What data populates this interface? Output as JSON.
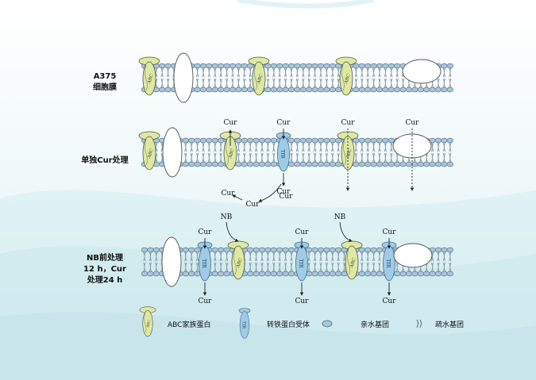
{
  "rows": [
    {
      "label_lines": [
        "A375",
        "细胞膜"
      ],
      "proteins": [
        {
          "kind": "abc",
          "letters": "ABC"
        },
        {
          "kind": "other"
        },
        {
          "kind": "abc",
          "letters": "ABC"
        },
        {
          "kind": "abc",
          "letters": "ABC"
        },
        {
          "kind": "other"
        }
      ]
    },
    {
      "label_lines": [
        "单独Cur处理"
      ],
      "proteins": [
        {
          "kind": "abc",
          "letters": "ABC"
        },
        {
          "kind": "other"
        },
        {
          "kind": "abc",
          "letters": "ABC",
          "cur_in": "Cur",
          "cur_out": "Cur",
          "cur_flow": "efflux"
        },
        {
          "kind": "tfr",
          "letters": "TfR",
          "cur_in": "Cur",
          "cur_out": "Cur",
          "cur_flow": "influx"
        },
        {
          "kind": "abc",
          "letters": "ABC",
          "cur_in": "Cur"
        },
        {
          "kind": "other",
          "cur_in": "Cur"
        }
      ],
      "free_text": [
        "Cur",
        "Cur",
        "Cur"
      ]
    },
    {
      "label_lines": [
        "NB前处理",
        "12 h，Cur",
        "处理24 h"
      ],
      "proteins": [
        {
          "kind": "other"
        },
        {
          "kind": "tfr",
          "letters": "TfR",
          "cur_in": "Cur",
          "cur_out": "Cur",
          "cur_flow": "influx"
        },
        {
          "kind": "abc",
          "letters": "ABC",
          "nb": "NB"
        },
        {
          "kind": "tfr",
          "letters": "TfR",
          "cur_in": "Cur",
          "cur_out": "Cur",
          "cur_flow": "influx"
        },
        {
          "kind": "abc",
          "letters": "ABC",
          "nb": "NB"
        },
        {
          "kind": "tfr",
          "letters": "TfR",
          "cur_in": "Cur",
          "cur_out": "Cur",
          "cur_flow": "influx"
        },
        {
          "kind": "other"
        }
      ]
    }
  ],
  "legend": [
    {
      "kind": "abc",
      "letters": "ABC",
      "text": "ABC家族蛋白"
    },
    {
      "kind": "tfr",
      "letters": "TfR",
      "text": "转铁蛋白受体"
    },
    {
      "kind": "head",
      "text": "亲水基团"
    },
    {
      "kind": "tail",
      "text": "疏水基团"
    }
  ],
  "colors": {
    "abc_fill": "#dde9a0",
    "tfr_fill": "#9fcbe6",
    "head_fill": "#a9c5da",
    "tail_stroke": "#8a9aa8",
    "other_fill": "#ffffff",
    "background_wave": "#c7e6ec"
  }
}
